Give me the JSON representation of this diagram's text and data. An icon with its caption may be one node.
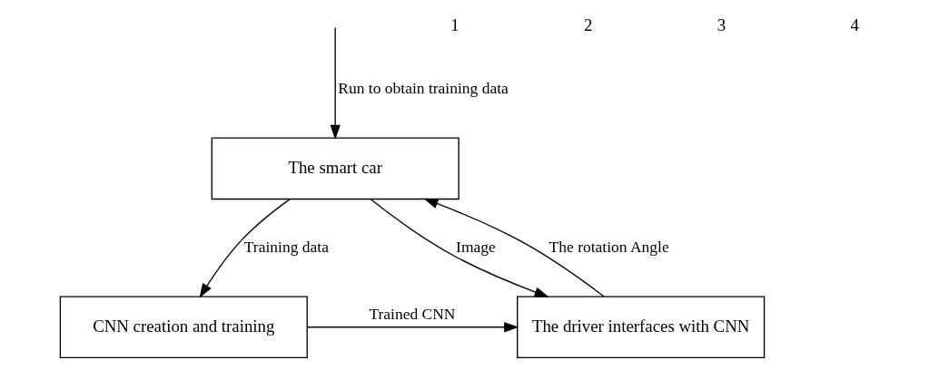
{
  "diagram": {
    "nodes": [
      {
        "text": [
          "The smart car"
        ]
      },
      {
        "text": [
          "CNN creation and training"
        ]
      },
      {
        "text": [
          "The driver interfaces with CNN"
        ]
      }
    ],
    "edges": [
      {
        "from": null,
        "to": 0,
        "arrow": "to",
        "label": "Run to obtain training data"
      },
      {
        "from": 0,
        "to": 1,
        "arrow": "to",
        "label": "Training data"
      },
      {
        "from": 1,
        "to": 2,
        "arrow": "to",
        "label": "Trained CNN"
      },
      {
        "from": 0,
        "to": 2,
        "arrow": "to",
        "label": "Image"
      },
      {
        "from": 2,
        "to": 0,
        "arrow": "to",
        "label": "The rotation Angle"
      }
    ],
    "labels": [
      "1",
      "2",
      "3",
      "4"
    ]
  }
}
